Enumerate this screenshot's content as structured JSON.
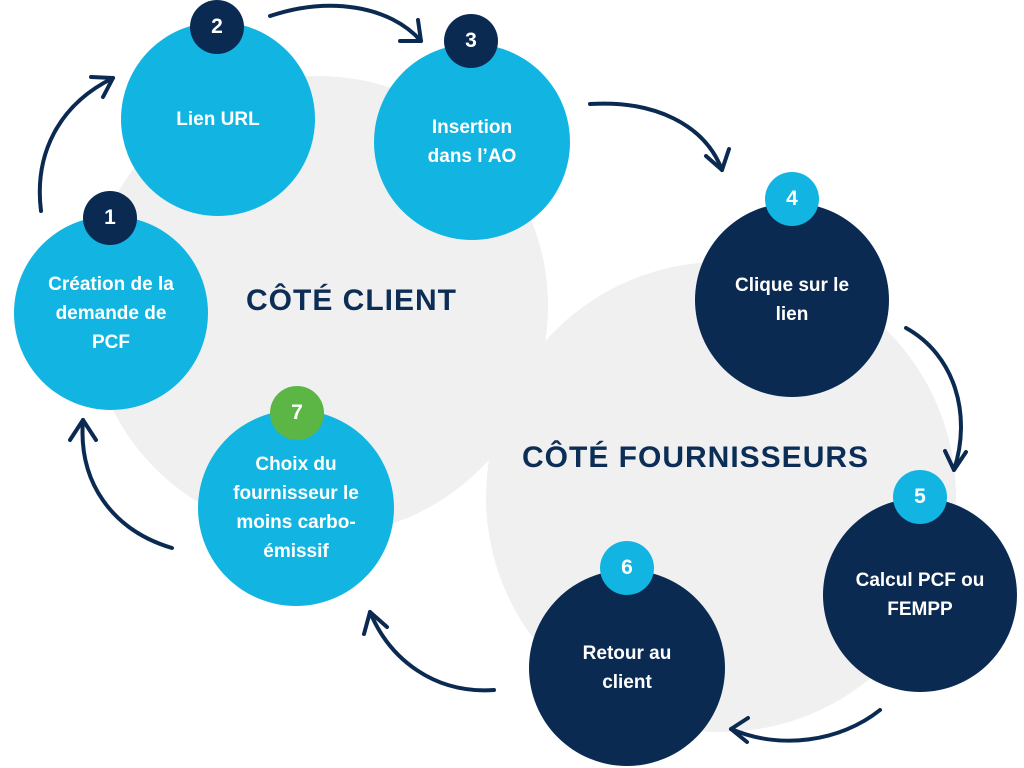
{
  "zones": {
    "client": "CÔTÉ CLIENT",
    "supplier": "CÔTÉ FOURNISSEURS"
  },
  "steps": [
    {
      "number": "1",
      "label": "Création de la demande de PCF",
      "color": "#12b5e1"
    },
    {
      "number": "2",
      "label": "Lien URL",
      "color": "#12b5e1"
    },
    {
      "number": "3",
      "label": "Insertion dans l’AO",
      "color": "#12b5e1"
    },
    {
      "number": "4",
      "label": "Clique sur le lien",
      "color": "#0b2a52"
    },
    {
      "number": "5",
      "label": "Calcul PCF ou FEMPP",
      "color": "#0b2a52"
    },
    {
      "number": "6",
      "label": "Retour au client",
      "color": "#0b2a52"
    },
    {
      "number": "7",
      "label": "Choix du fournisseur le moins carbo-émissif",
      "color": "#12b5e1"
    }
  ],
  "colors": {
    "light_blue": "#12b5e1",
    "navy": "#0b2a52",
    "green_badge": "#5cb646",
    "background_blob": "#f0f0f1"
  }
}
